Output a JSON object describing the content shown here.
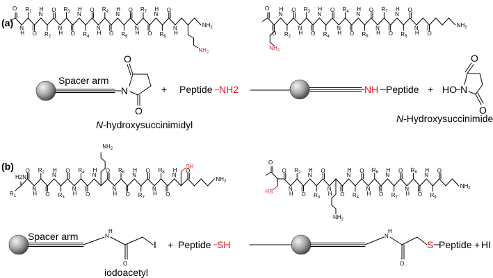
{
  "panels": {
    "a": {
      "label": "(a)",
      "peptide_left": {
        "groups": [
          "R1",
          "R2",
          "R3",
          "R4",
          "R4",
          "R6",
          "R7",
          "R8"
        ],
        "terminal": "NH2",
        "side_chain_amine": "NH2"
      },
      "peptide_right": {
        "groups": [
          "R2",
          "R3",
          "R4",
          "R4",
          "R6",
          "R7",
          "R8"
        ],
        "terminal": "NH2",
        "side_chain_amine": "NH2"
      },
      "reaction": {
        "reagent_label": "Spacer arm",
        "reagent_caption_prefix": "N",
        "reagent_caption_rest": "-hydroxysuccinimidyl",
        "plus_1": "+",
        "peptide_word": "Peptide",
        "peptide_group": "NH2",
        "product_link": "NH",
        "product_peptide": "Peptide",
        "plus_2": "+",
        "byproduct_atom": "HO",
        "byproduct_caption_prefix": "N",
        "byproduct_caption_rest": "-Hydroxysuccinimide"
      }
    },
    "b": {
      "label": "(b)",
      "peptide_left": {
        "n_terminal": "H2N",
        "groups": [
          "R1",
          "R2",
          "R3",
          "R4",
          "R6",
          "R7",
          "R8"
        ],
        "thiol": "SH",
        "terminal": "NH2",
        "side_chain_amine": "NH2"
      },
      "peptide_right": {
        "groups": [
          "R2",
          "R3",
          "R4",
          "R6",
          "R7",
          "R8",
          "R9"
        ],
        "thiol": "HS",
        "terminal": "NH2",
        "side_chain_amine": "NH2"
      },
      "reaction": {
        "reagent_label": "Spacer arm",
        "iodine": "I",
        "reagent_caption": "iodoacetyl",
        "plus_1": "+",
        "peptide_word": "Peptide",
        "peptide_group": "SH",
        "product_s": "S",
        "product_peptide": "Peptide",
        "plus_2": "+",
        "byproduct": "HI"
      }
    }
  },
  "atoms": {
    "N": "N",
    "H": "H",
    "O": "O"
  },
  "colors": {
    "highlight": "#e0141e",
    "bond": "#000000",
    "bead_light": "#f2f2f2",
    "bead_dark": "#555555"
  }
}
